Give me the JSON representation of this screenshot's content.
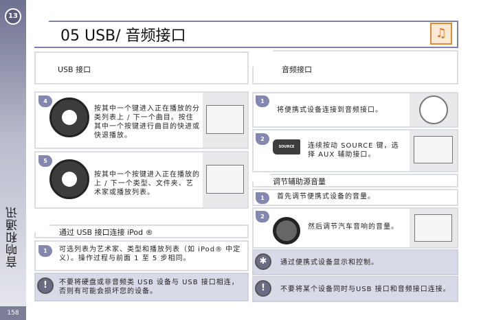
{
  "sidebar": {
    "chapter": "13",
    "section": "音响和通讯",
    "page": "158"
  },
  "title": "05  USB/ 音频接口",
  "icons": {
    "title": "music-device-icon",
    "info": "sun-icon",
    "warning": "exclamation-icon"
  },
  "left": {
    "header": "USB 接口",
    "steps": [
      {
        "num": "4",
        "text": "按其中一个键进入正在播放的分类列表上 / 下一个曲目。按住其中一个按键进行曲目的快进或快退播放。"
      },
      {
        "num": "5",
        "text": "按其中一个按键进入正在播放的上 / 下一个类型、文件夹、艺术家或播放列表。"
      }
    ],
    "ipod_header": "通过 USB 接口连接  iPod ®",
    "ipod_step": {
      "num": "1",
      "text": "可选列表为艺术家、类型和播放列表（如 iPod® 中定义）。操作过程与前面 1 至 5 步相同。"
    },
    "warning": "不要将硬盘或非音频类 USB 设备与 USB 接口相连，否则有可能会损坏您的设备。"
  },
  "right": {
    "header": "音频接口",
    "steps": [
      {
        "num": "1",
        "text": "将便携式设备连接到音频接口。"
      },
      {
        "num": "2",
        "text": "连续按动 SOURCE 键，选择 AUX 辅助接口。",
        "button": "SOURCE"
      }
    ],
    "vol_header": "调节辅助源音量",
    "vol_steps": [
      {
        "num": "1",
        "text": "首先调节便携式设备的音量。"
      },
      {
        "num": "2",
        "text": "然后调节汽车音响的音量。"
      }
    ],
    "info": "通过便携式设备显示和控制。",
    "warning": "不要将某个设备同时与USB 接口和音频接口连接。"
  },
  "colors": {
    "accent": "#8487b0",
    "icon": "#e08a30",
    "note_bg": "#d9dae7"
  }
}
